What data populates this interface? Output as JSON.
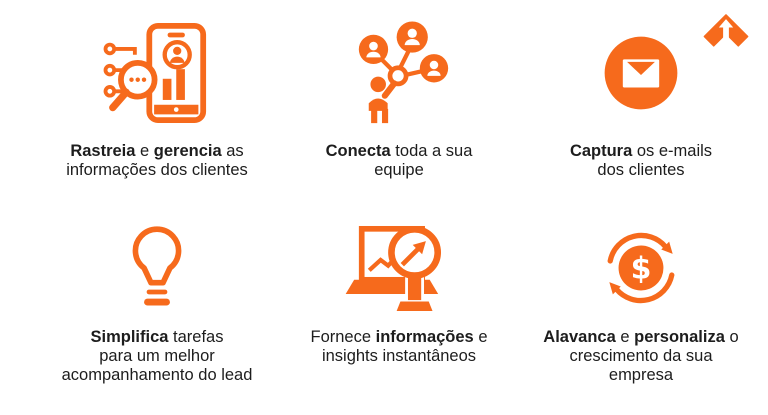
{
  "colors": {
    "accent": "#F66A1C",
    "text": "#1D1D1D",
    "background": "#FFFFFF"
  },
  "brand": {
    "logo_icon": "arrow-up-chevron-logo"
  },
  "features": [
    {
      "icon": "phone-analytics-icon",
      "text": "Rastreia e gerencia as informações dos clientes",
      "lines": [
        [
          {
            "t": "Rastreia",
            "b": true
          },
          {
            "t": " e "
          },
          {
            "t": "gerencia",
            "b": true
          },
          {
            "t": " as"
          }
        ],
        [
          {
            "t": "informações dos clientes"
          }
        ]
      ]
    },
    {
      "icon": "team-network-icon",
      "text": "Conecta toda a sua equipe",
      "lines": [
        [
          {
            "t": "Conecta",
            "b": true
          },
          {
            "t": " toda a sua"
          }
        ],
        [
          {
            "t": "equipe"
          }
        ]
      ]
    },
    {
      "icon": "email-icon",
      "text": "Captura os e-mails dos clientes",
      "lines": [
        [
          {
            "t": "Captura",
            "b": true
          },
          {
            "t": " os e-mails"
          }
        ],
        [
          {
            "t": "dos clientes"
          }
        ]
      ]
    },
    {
      "icon": "lightbulb-icon",
      "text": "Simplifica tarefas para um melhor acompanhamento do lead",
      "lines": [
        [
          {
            "t": "Simplifica",
            "b": true
          },
          {
            "t": " tarefas"
          }
        ],
        [
          {
            "t": "para um melhor"
          }
        ],
        [
          {
            "t": "acompanhamento do lead"
          }
        ]
      ]
    },
    {
      "icon": "laptop-insights-icon",
      "text": "Fornece informações e insights instantâneos",
      "lines": [
        [
          {
            "t": "Fornece "
          },
          {
            "t": "informações",
            "b": true
          },
          {
            "t": " e"
          }
        ],
        [
          {
            "t": "insights instantâneos"
          }
        ]
      ]
    },
    {
      "icon": "money-cycle-icon",
      "text": "Alavanca e personaliza o crescimento da sua empresa",
      "lines": [
        [
          {
            "t": "Alavanca",
            "b": true
          },
          {
            "t": " e "
          },
          {
            "t": "personaliza",
            "b": true
          },
          {
            "t": " o"
          }
        ],
        [
          {
            "t": "crescimento da sua"
          }
        ],
        [
          {
            "t": "empresa"
          }
        ]
      ]
    }
  ]
}
